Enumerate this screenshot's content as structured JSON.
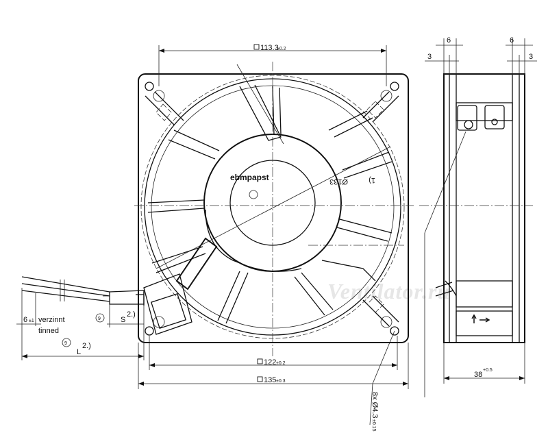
{
  "brand_label": "ebmpapst",
  "watermark": "Ventilator.ru",
  "dimensions": {
    "hole_pitch": "113.3",
    "hole_pitch_tol": "±0.2",
    "inner_width": "122",
    "inner_width_tol": "±0.2",
    "outer_width": "135",
    "outer_width_tol": "±0.3",
    "depth": "38",
    "depth_tol": "+0.5",
    "flange_left": "6",
    "flange_right": "6",
    "offset_left": "3",
    "offset_right": "3",
    "diameter": "Ø133",
    "diameter_note": "1)",
    "holes_prefix": "8x Ø4.3",
    "holes_tol": "±0.15"
  },
  "cable": {
    "strip_length": "6",
    "strip_tol": "±1",
    "tinned_de": "verzinnt",
    "tinned_en": "tinned",
    "note_9_a": "9",
    "S_label": "S",
    "S_note": "2.)",
    "note_9_b": "9",
    "L_label": "L",
    "L_note": "2.)"
  },
  "icons": {
    "airflow": "airflow-arrow-icon",
    "rotation": "rotation-arrow-icon",
    "note_marker": "circle-note-icon"
  }
}
